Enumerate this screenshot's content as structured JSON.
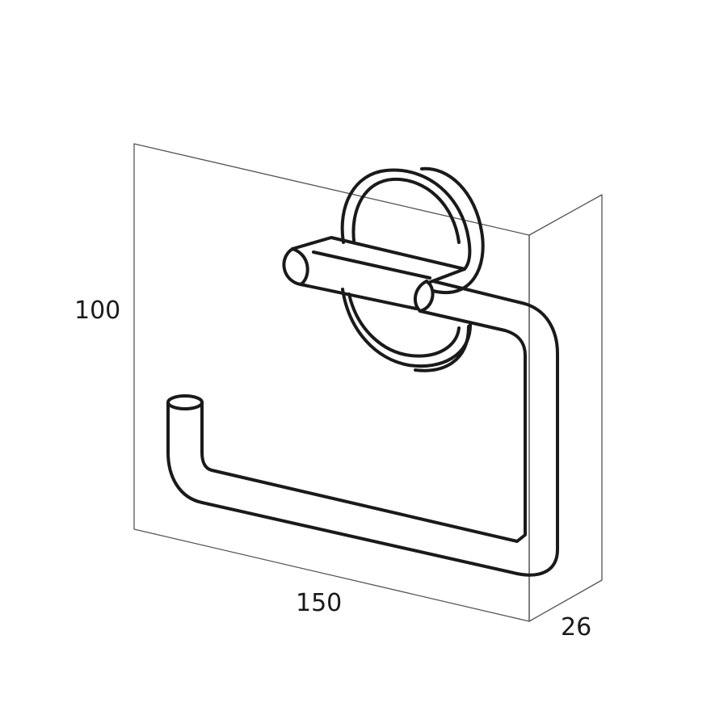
{
  "dimensions": {
    "height": "100",
    "width": "150",
    "depth": "26"
  },
  "colors": {
    "outline": "#1a1a1a",
    "box_lines": "#555555",
    "background": "#ffffff"
  }
}
